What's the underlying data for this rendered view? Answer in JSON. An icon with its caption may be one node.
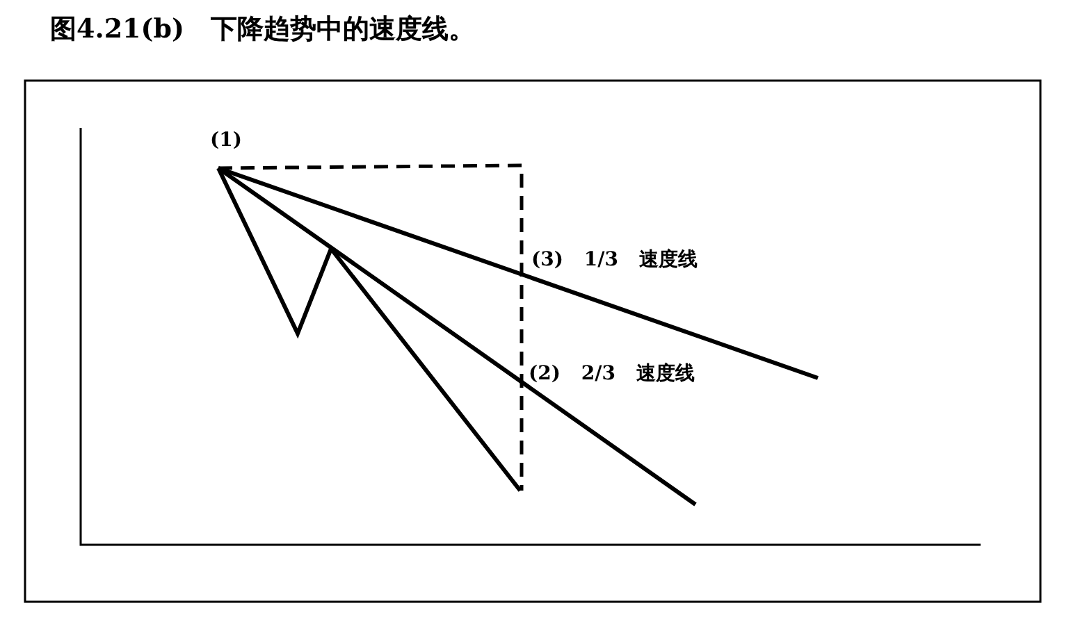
{
  "diagram": {
    "title": "图4.21(b)　下降趋势中的速度线。",
    "labels": [
      "(1)",
      "(3) 1/3 速度线",
      "(2) 2/3 速度线"
    ]
  }
}
